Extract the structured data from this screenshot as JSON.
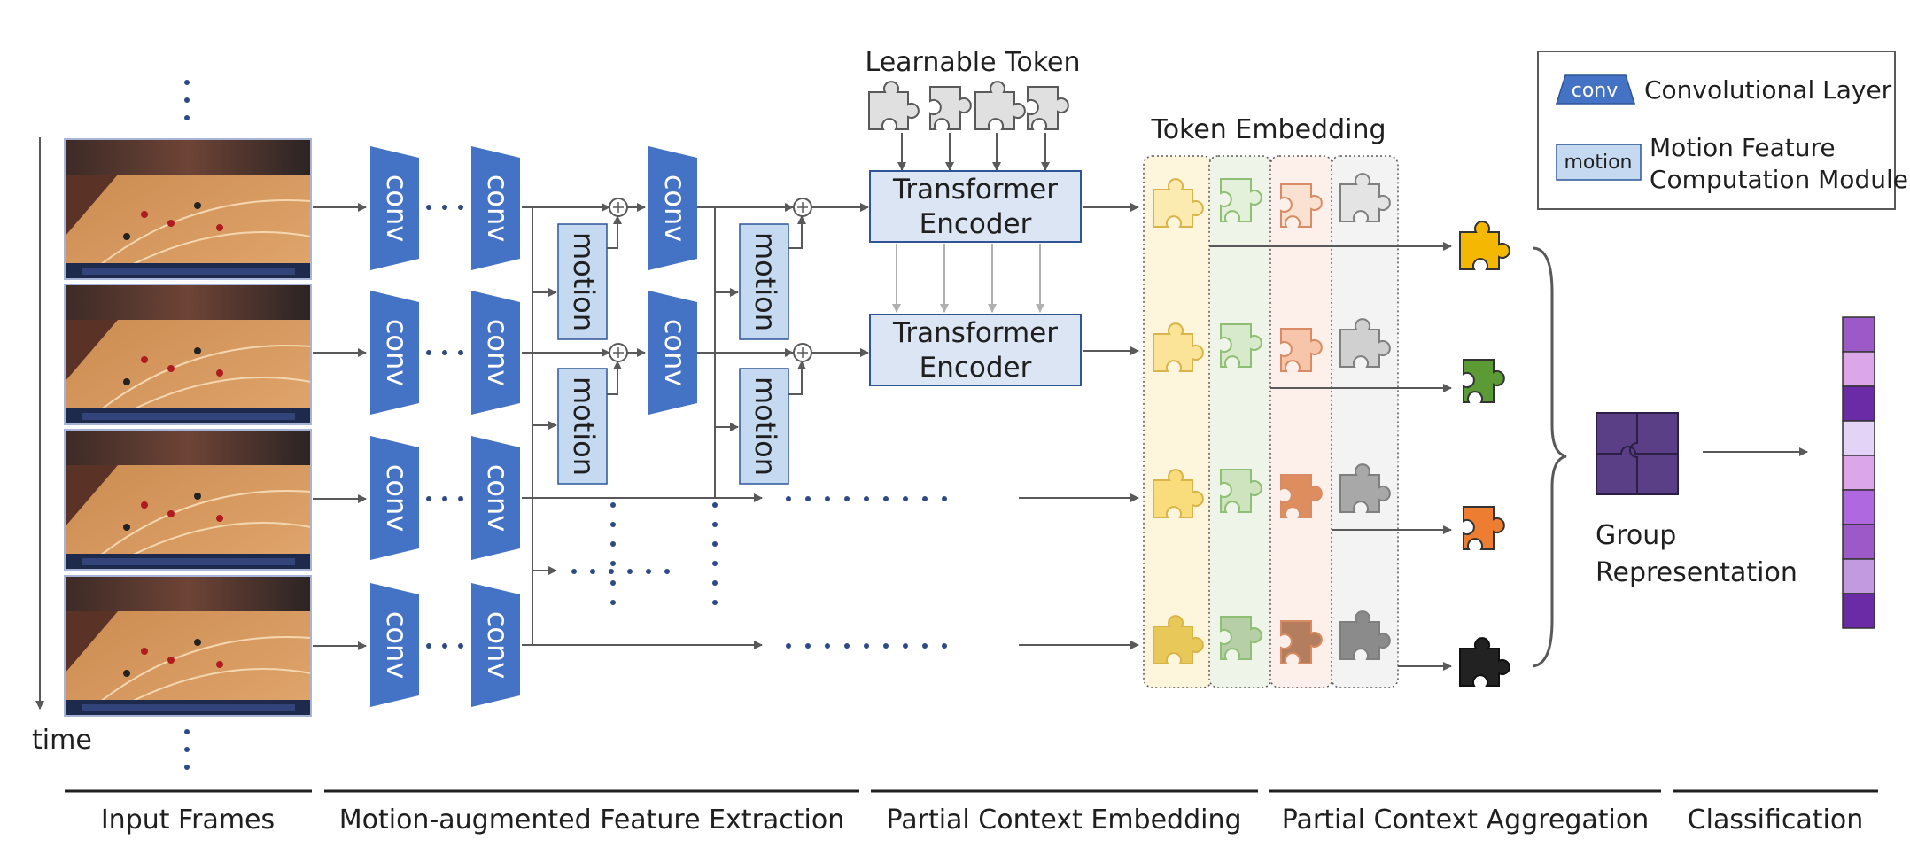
{
  "labels": {
    "time": "time",
    "learnable_token": "Learnable Token",
    "token_embedding": "Token Embedding",
    "group_representation_line1": "Group",
    "group_representation_line2": "Representation",
    "conv": "conv",
    "motion": "motion",
    "transformer_line1": "Transformer",
    "transformer_line2": "Encoder"
  },
  "legend": {
    "conv_tag": "conv",
    "conv_desc": "Convolutional Layer",
    "motion_tag": "motion",
    "motion_desc_line1": "Motion Feature",
    "motion_desc_line2": "Computation Module"
  },
  "sections": [
    "Input Frames",
    "Motion-augmented Feature Extraction",
    "Partial Context Embedding",
    "Partial Context Aggregation",
    "Classification"
  ],
  "colors": {
    "conv": "#4472c4",
    "motion_fill": "#c5d9f1",
    "transformer_fill": "#dbe5f4",
    "arrow": "#595959",
    "dots": "#2e4a86",
    "token_gray": "#e0e0e0",
    "column_yellow": "#fdf5dc",
    "column_green": "#eef5e8",
    "column_orange": "#fdf0ea",
    "column_gray": "#f3f3f3",
    "out_yellow": "#f5b800",
    "out_green": "#5b9a35",
    "out_orange": "#ed7d31",
    "out_black": "#222222",
    "group_purple": "#5b3f86",
    "class_vector": [
      "#9b5ac7",
      "#dca7e8",
      "#6b2aa6",
      "#e2d3f7",
      "#dca7e8",
      "#b068e0",
      "#9b5ac7",
      "#c29ae0",
      "#6b2aa6"
    ]
  }
}
